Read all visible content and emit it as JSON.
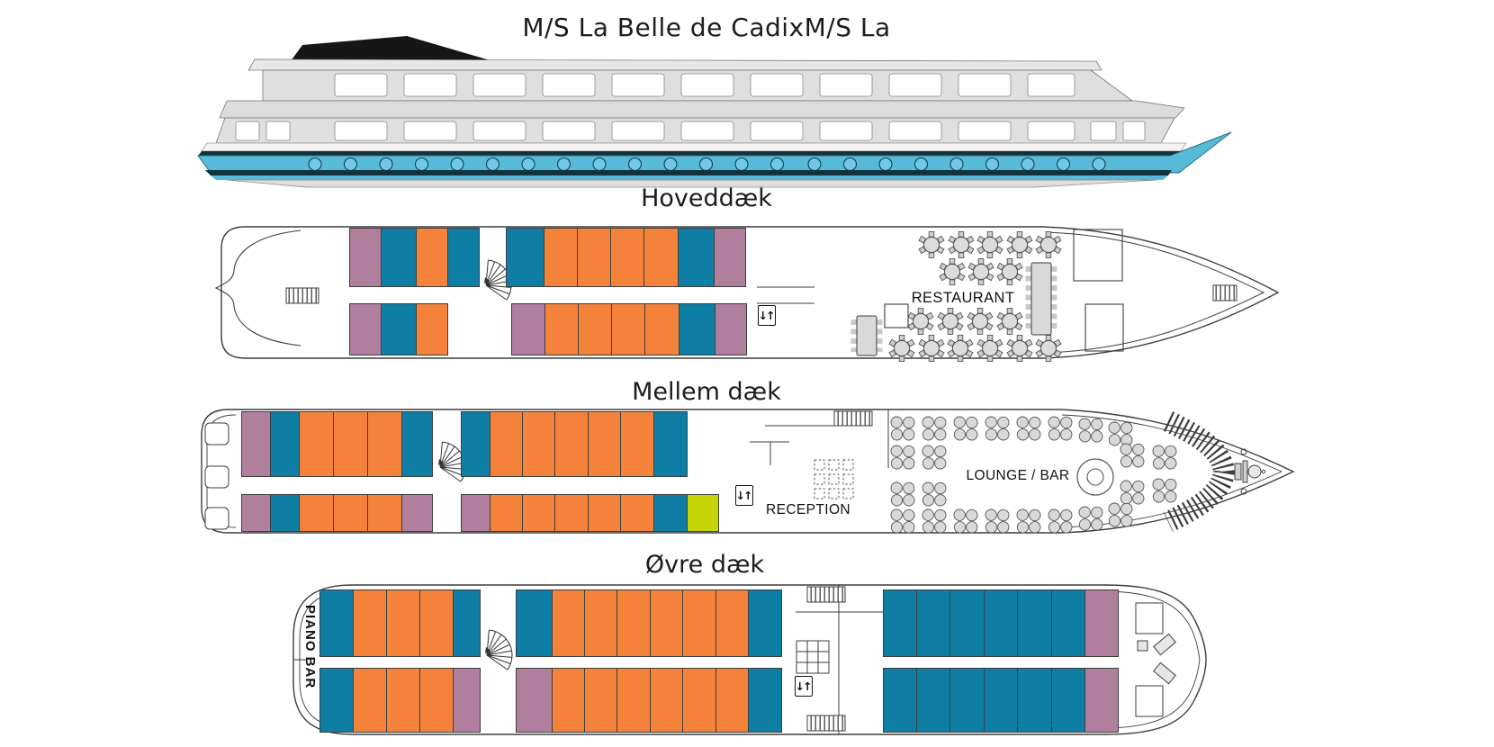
{
  "ship_title": "M/S La Belle de CadixM/S La",
  "colors": {
    "orange": "#F5823B",
    "teal": "#0F7EA5",
    "mauve": "#B07F9D",
    "lime": "#C6D405",
    "hull_blue": "#57BAD9",
    "porthole_blue": "#6FC8E8",
    "navy_stripe": "#12333C",
    "superstructure_gray": "#DFDFDF",
    "outline": "#3C3C3C"
  },
  "icons": {
    "elevator": "↓↑"
  },
  "decks": [
    {
      "id": "hoveddaek",
      "title": "Hoveddæk",
      "labels": {
        "room": "RESTAURANT"
      },
      "rows": {
        "top": [
          {
            "c": "mauve",
            "w": 36
          },
          {
            "c": "teal",
            "w": 40
          },
          {
            "c": "orange",
            "w": 36
          },
          {
            "c": "teal",
            "w": 36
          },
          {
            "g": 1,
            "w": 31
          },
          {
            "c": "teal",
            "w": 43
          },
          {
            "c": "orange",
            "w": 38
          },
          {
            "c": "orange",
            "w": 38
          },
          {
            "c": "orange",
            "w": 38
          },
          {
            "c": "orange",
            "w": 39
          },
          {
            "c": "teal",
            "w": 41
          },
          {
            "c": "mauve",
            "w": 36
          }
        ],
        "bottom": [
          {
            "c": "mauve",
            "w": 36
          },
          {
            "c": "teal",
            "w": 40
          },
          {
            "c": "orange",
            "w": 36
          },
          {
            "g": 1,
            "w": 72
          },
          {
            "c": "mauve",
            "w": 38
          },
          {
            "c": "orange",
            "w": 38
          },
          {
            "c": "orange",
            "w": 38
          },
          {
            "c": "orange",
            "w": 38
          },
          {
            "c": "orange",
            "w": 39
          },
          {
            "c": "teal",
            "w": 41
          },
          {
            "c": "mauve",
            "w": 36
          }
        ]
      }
    },
    {
      "id": "mellemdaek",
      "title": "Mellem dæk",
      "labels": {
        "room": "LOUNGE / BAR",
        "secondary": "RECEPTION"
      },
      "rows": {
        "top": [
          {
            "c": "mauve",
            "w": 33
          },
          {
            "c": "teal",
            "w": 33
          },
          {
            "c": "orange",
            "w": 39
          },
          {
            "c": "orange",
            "w": 39
          },
          {
            "c": "orange",
            "w": 39
          },
          {
            "c": "teal",
            "w": 35
          },
          {
            "g": 1,
            "w": 33
          },
          {
            "c": "teal",
            "w": 33
          },
          {
            "c": "orange",
            "w": 37
          },
          {
            "c": "orange",
            "w": 37
          },
          {
            "c": "orange",
            "w": 38
          },
          {
            "c": "orange",
            "w": 37
          },
          {
            "c": "orange",
            "w": 38
          },
          {
            "c": "teal",
            "w": 38
          }
        ],
        "bottom": [
          {
            "c": "mauve",
            "w": 33
          },
          {
            "c": "teal",
            "w": 33
          },
          {
            "c": "orange",
            "w": 39
          },
          {
            "c": "orange",
            "w": 39
          },
          {
            "c": "orange",
            "w": 39
          },
          {
            "c": "mauve",
            "w": 35
          },
          {
            "g": 1,
            "w": 33
          },
          {
            "c": "mauve",
            "w": 33
          },
          {
            "c": "orange",
            "w": 37
          },
          {
            "c": "orange",
            "w": 37
          },
          {
            "c": "orange",
            "w": 38
          },
          {
            "c": "orange",
            "w": 37
          },
          {
            "c": "orange",
            "w": 38
          },
          {
            "c": "teal",
            "w": 38
          },
          {
            "c": "lime",
            "w": 36
          }
        ]
      }
    },
    {
      "id": "oevredaek",
      "title": "Øvre dæk",
      "labels": {
        "room": "PIANO BAR"
      },
      "rows": {
        "top": [
          {
            "c": "teal",
            "w": 38
          },
          {
            "c": "orange",
            "w": 38
          },
          {
            "c": "orange",
            "w": 38
          },
          {
            "c": "orange",
            "w": 38
          },
          {
            "c": "teal",
            "w": 31
          },
          {
            "g": 1,
            "w": 41
          },
          {
            "c": "teal",
            "w": 41
          },
          {
            "c": "orange",
            "w": 37
          },
          {
            "c": "orange",
            "w": 37
          },
          {
            "c": "orange",
            "w": 38
          },
          {
            "c": "orange",
            "w": 37
          },
          {
            "c": "orange",
            "w": 38
          },
          {
            "c": "orange",
            "w": 37
          },
          {
            "c": "teal",
            "w": 38
          },
          {
            "g": 1,
            "w": 114
          },
          {
            "c": "teal",
            "w": 38
          },
          {
            "c": "teal",
            "w": 38
          },
          {
            "c": "teal",
            "w": 39
          },
          {
            "c": "teal",
            "w": 38
          },
          {
            "c": "teal",
            "w": 39
          },
          {
            "c": "teal",
            "w": 38
          },
          {
            "c": "mauve",
            "w": 38
          }
        ],
        "bottom": [
          {
            "c": "teal",
            "w": 38
          },
          {
            "c": "orange",
            "w": 38
          },
          {
            "c": "orange",
            "w": 38
          },
          {
            "c": "orange",
            "w": 38
          },
          {
            "c": "mauve",
            "w": 31
          },
          {
            "g": 1,
            "w": 41
          },
          {
            "c": "mauve",
            "w": 41
          },
          {
            "c": "orange",
            "w": 37
          },
          {
            "c": "orange",
            "w": 37
          },
          {
            "c": "orange",
            "w": 38
          },
          {
            "c": "orange",
            "w": 37
          },
          {
            "c": "orange",
            "w": 38
          },
          {
            "c": "orange",
            "w": 37
          },
          {
            "c": "teal",
            "w": 38
          },
          {
            "g": 1,
            "w": 114
          },
          {
            "c": "teal",
            "w": 38
          },
          {
            "c": "teal",
            "w": 38
          },
          {
            "c": "teal",
            "w": 39
          },
          {
            "c": "teal",
            "w": 38
          },
          {
            "c": "teal",
            "w": 39
          },
          {
            "c": "teal",
            "w": 38
          },
          {
            "c": "mauve",
            "w": 38
          }
        ]
      }
    }
  ]
}
